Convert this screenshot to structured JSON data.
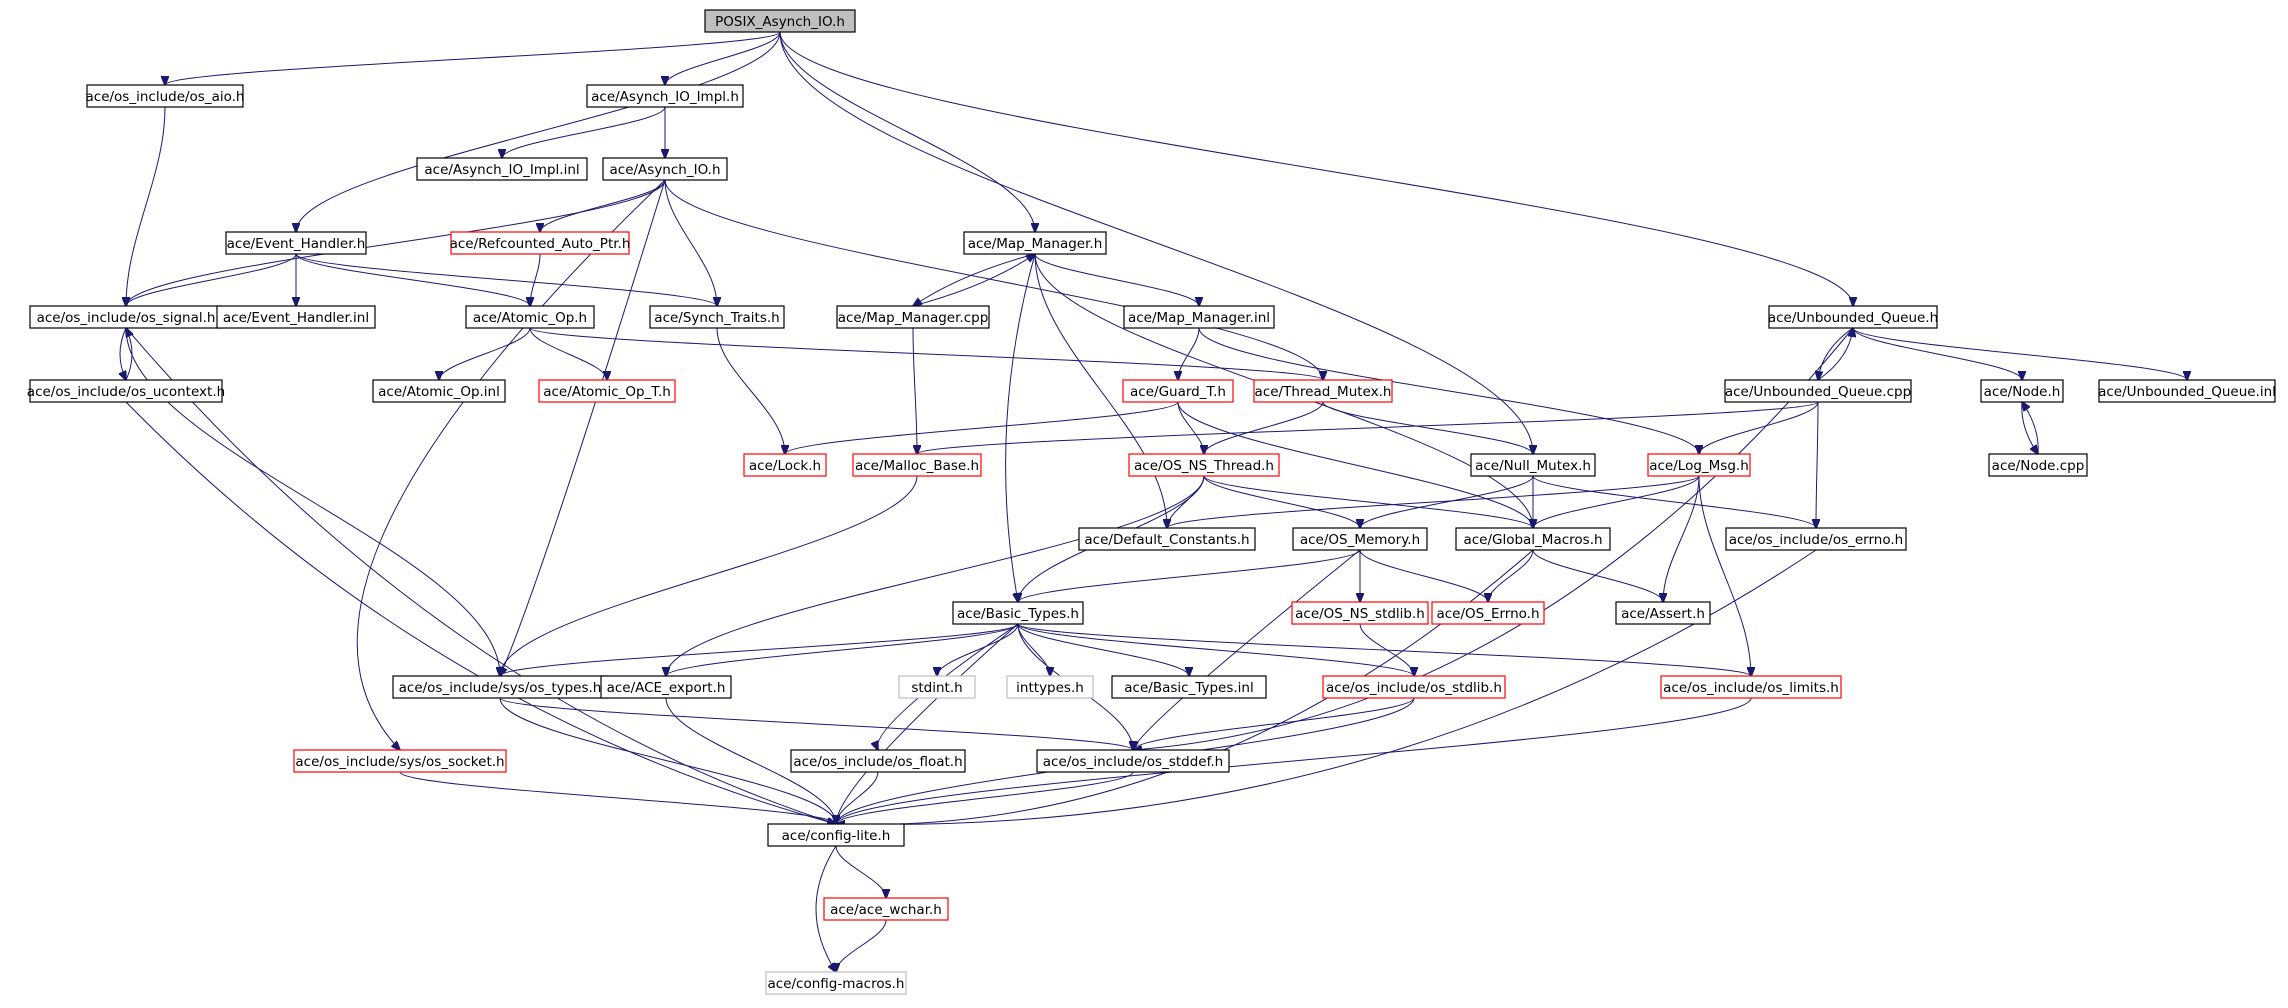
{
  "diagram": {
    "colors": {
      "edge": "#191970",
      "normal_border": "#000000",
      "red_border": "#ff0000",
      "gray_border": "#bfbfbf",
      "root_fill": "#bfbfbf",
      "node_fill": "#ffffff"
    },
    "nodes": [
      {
        "id": "root",
        "label": "POSIX_Asynch_IO.h",
        "style": "root"
      },
      {
        "id": "os_aio",
        "label": "ace/os_include/os_aio.h",
        "style": "normal"
      },
      {
        "id": "aio_impl_h",
        "label": "ace/Asynch_IO_Impl.h",
        "style": "normal"
      },
      {
        "id": "aio_impl_inl",
        "label": "ace/Asynch_IO_Impl.inl",
        "style": "normal"
      },
      {
        "id": "aio_h",
        "label": "ace/Asynch_IO.h",
        "style": "normal"
      },
      {
        "id": "event_handler",
        "label": "ace/Event_Handler.h",
        "style": "normal"
      },
      {
        "id": "refcounted",
        "label": "ace/Refcounted_Auto_Ptr.h",
        "style": "red"
      },
      {
        "id": "map_manager_h",
        "label": "ace/Map_Manager.h",
        "style": "normal"
      },
      {
        "id": "os_signal",
        "label": "ace/os_include/os_signal.h",
        "style": "normal"
      },
      {
        "id": "event_handler_inl",
        "label": "ace/Event_Handler.inl",
        "style": "normal"
      },
      {
        "id": "atomic_op_h",
        "label": "ace/Atomic_Op.h",
        "style": "normal"
      },
      {
        "id": "synch_traits",
        "label": "ace/Synch_Traits.h",
        "style": "normal"
      },
      {
        "id": "map_manager_cpp",
        "label": "ace/Map_Manager.cpp",
        "style": "normal"
      },
      {
        "id": "map_manager_inl",
        "label": "ace/Map_Manager.inl",
        "style": "normal"
      },
      {
        "id": "unbounded_queue_h",
        "label": "ace/Unbounded_Queue.h",
        "style": "normal"
      },
      {
        "id": "os_ucontext",
        "label": "ace/os_include/os_ucontext.h",
        "style": "normal"
      },
      {
        "id": "atomic_op_inl",
        "label": "ace/Atomic_Op.inl",
        "style": "normal"
      },
      {
        "id": "atomic_op_t",
        "label": "ace/Atomic_Op_T.h",
        "style": "red"
      },
      {
        "id": "guard_t",
        "label": "ace/Guard_T.h",
        "style": "red"
      },
      {
        "id": "thread_mutex",
        "label": "ace/Thread_Mutex.h",
        "style": "red"
      },
      {
        "id": "unbounded_queue_cpp",
        "label": "ace/Unbounded_Queue.cpp",
        "style": "normal"
      },
      {
        "id": "node_h",
        "label": "ace/Node.h",
        "style": "normal"
      },
      {
        "id": "unbounded_queue_inl",
        "label": "ace/Unbounded_Queue.inl",
        "style": "normal"
      },
      {
        "id": "lock_h",
        "label": "ace/Lock.h",
        "style": "red"
      },
      {
        "id": "malloc_base",
        "label": "ace/Malloc_Base.h",
        "style": "red"
      },
      {
        "id": "os_ns_thread",
        "label": "ace/OS_NS_Thread.h",
        "style": "red"
      },
      {
        "id": "null_mutex",
        "label": "ace/Null_Mutex.h",
        "style": "normal"
      },
      {
        "id": "log_msg",
        "label": "ace/Log_Msg.h",
        "style": "red"
      },
      {
        "id": "node_cpp",
        "label": "ace/Node.cpp",
        "style": "normal"
      },
      {
        "id": "default_constants",
        "label": "ace/Default_Constants.h",
        "style": "normal"
      },
      {
        "id": "os_memory",
        "label": "ace/OS_Memory.h",
        "style": "normal"
      },
      {
        "id": "global_macros",
        "label": "ace/Global_Macros.h",
        "style": "normal"
      },
      {
        "id": "os_errno",
        "label": "ace/os_include/os_errno.h",
        "style": "normal"
      },
      {
        "id": "basic_types_h",
        "label": "ace/Basic_Types.h",
        "style": "normal"
      },
      {
        "id": "os_ns_stdlib",
        "label": "ace/OS_NS_stdlib.h",
        "style": "red"
      },
      {
        "id": "os_errno_red",
        "label": "ace/OS_Errno.h",
        "style": "red"
      },
      {
        "id": "assert_h",
        "label": "ace/Assert.h",
        "style": "normal"
      },
      {
        "id": "sys_os_types",
        "label": "ace/os_include/sys/os_types.h",
        "style": "normal"
      },
      {
        "id": "ace_export",
        "label": "ace/ACE_export.h",
        "style": "normal"
      },
      {
        "id": "stdint",
        "label": "stdint.h",
        "style": "gray"
      },
      {
        "id": "inttypes",
        "label": "inttypes.h",
        "style": "gray"
      },
      {
        "id": "basic_types_inl",
        "label": "ace/Basic_Types.inl",
        "style": "normal"
      },
      {
        "id": "os_stdlib",
        "label": "ace/os_include/os_stdlib.h",
        "style": "red"
      },
      {
        "id": "os_limits",
        "label": "ace/os_include/os_limits.h",
        "style": "red"
      },
      {
        "id": "sys_os_socket",
        "label": "ace/os_include/sys/os_socket.h",
        "style": "red"
      },
      {
        "id": "os_float",
        "label": "ace/os_include/os_float.h",
        "style": "normal"
      },
      {
        "id": "os_stddef",
        "label": "ace/os_include/os_stddef.h",
        "style": "normal"
      },
      {
        "id": "config_lite",
        "label": "ace/config-lite.h",
        "style": "normal"
      },
      {
        "id": "ace_wchar",
        "label": "ace/ace_wchar.h",
        "style": "red"
      },
      {
        "id": "config_macros",
        "label": "ace/config-macros.h",
        "style": "gray"
      }
    ],
    "edges": [
      [
        "root",
        "os_aio"
      ],
      [
        "root",
        "aio_impl_h"
      ],
      [
        "root",
        "event_handler"
      ],
      [
        "root",
        "map_manager_h"
      ],
      [
        "root",
        "null_mutex"
      ],
      [
        "root",
        "unbounded_queue_h"
      ],
      [
        "os_aio",
        "os_signal"
      ],
      [
        "aio_impl_h",
        "aio_impl_inl"
      ],
      [
        "aio_impl_h",
        "aio_h"
      ],
      [
        "aio_h",
        "os_signal"
      ],
      [
        "aio_h",
        "refcounted"
      ],
      [
        "aio_h",
        "synch_traits"
      ],
      [
        "aio_h",
        "thread_mutex"
      ],
      [
        "aio_h",
        "sys_os_types"
      ],
      [
        "aio_h",
        "sys_os_socket"
      ],
      [
        "refcounted",
        "atomic_op_h"
      ],
      [
        "event_handler",
        "os_signal"
      ],
      [
        "event_handler",
        "event_handler_inl"
      ],
      [
        "event_handler",
        "atomic_op_h"
      ],
      [
        "event_handler",
        "synch_traits"
      ],
      [
        "os_signal",
        "os_ucontext"
      ],
      [
        "os_ucontext",
        "os_signal"
      ],
      [
        "os_signal",
        "sys_os_types"
      ],
      [
        "os_signal",
        "config_lite"
      ],
      [
        "os_ucontext",
        "config_lite"
      ],
      [
        "atomic_op_h",
        "atomic_op_inl"
      ],
      [
        "atomic_op_h",
        "atomic_op_t"
      ],
      [
        "atomic_op_h",
        "thread_mutex"
      ],
      [
        "synch_traits",
        "lock_h"
      ],
      [
        "map_manager_h",
        "map_manager_cpp"
      ],
      [
        "map_manager_cpp",
        "map_manager_h"
      ],
      [
        "map_manager_h",
        "map_manager_inl"
      ],
      [
        "map_manager_h",
        "basic_types_h"
      ],
      [
        "map_manager_h",
        "default_constants"
      ],
      [
        "map_manager_h",
        "global_macros"
      ],
      [
        "map_manager_cpp",
        "malloc_base"
      ],
      [
        "map_manager_inl",
        "guard_t"
      ],
      [
        "map_manager_inl",
        "log_msg"
      ],
      [
        "guard_t",
        "lock_h"
      ],
      [
        "guard_t",
        "os_ns_thread"
      ],
      [
        "guard_t",
        "global_macros"
      ],
      [
        "thread_mutex",
        "os_ns_thread"
      ],
      [
        "thread_mutex",
        "null_mutex"
      ],
      [
        "unbounded_queue_h",
        "unbounded_queue_cpp"
      ],
      [
        "unbounded_queue_cpp",
        "unbounded_queue_h"
      ],
      [
        "unbounded_queue_h",
        "node_h"
      ],
      [
        "unbounded_queue_h",
        "unbounded_queue_inl"
      ],
      [
        "unbounded_queue_h",
        "os_stddef"
      ],
      [
        "unbounded_queue_cpp",
        "malloc_base"
      ],
      [
        "unbounded_queue_cpp",
        "log_msg"
      ],
      [
        "unbounded_queue_cpp",
        "os_errno"
      ],
      [
        "node_h",
        "node_cpp"
      ],
      [
        "node_cpp",
        "node_h"
      ],
      [
        "malloc_base",
        "sys_os_types"
      ],
      [
        "os_ns_thread",
        "default_constants"
      ],
      [
        "os_ns_thread",
        "os_memory"
      ],
      [
        "os_ns_thread",
        "global_macros"
      ],
      [
        "os_ns_thread",
        "basic_types_h"
      ],
      [
        "os_ns_thread",
        "ace_export"
      ],
      [
        "null_mutex",
        "os_memory"
      ],
      [
        "null_mutex",
        "global_macros"
      ],
      [
        "null_mutex",
        "os_errno"
      ],
      [
        "log_msg",
        "default_constants"
      ],
      [
        "log_msg",
        "global_macros"
      ],
      [
        "log_msg",
        "assert_h"
      ],
      [
        "log_msg",
        "os_limits"
      ],
      [
        "os_memory",
        "basic_types_h"
      ],
      [
        "os_memory",
        "os_ns_stdlib"
      ],
      [
        "os_memory",
        "os_errno_red"
      ],
      [
        "os_memory",
        "os_stddef"
      ],
      [
        "global_macros",
        "os_errno_red"
      ],
      [
        "global_macros",
        "assert_h"
      ],
      [
        "global_macros",
        "config_lite"
      ],
      [
        "os_errno",
        "config_lite"
      ],
      [
        "os_ns_stdlib",
        "os_stdlib"
      ],
      [
        "basic_types_h",
        "sys_os_types"
      ],
      [
        "basic_types_h",
        "ace_export"
      ],
      [
        "basic_types_h",
        "stdint"
      ],
      [
        "basic_types_h",
        "inttypes"
      ],
      [
        "basic_types_h",
        "basic_types_inl"
      ],
      [
        "basic_types_h",
        "os_stdlib"
      ],
      [
        "basic_types_h",
        "os_limits"
      ],
      [
        "basic_types_h",
        "os_float"
      ],
      [
        "basic_types_h",
        "os_stddef"
      ],
      [
        "basic_types_h",
        "config_lite"
      ],
      [
        "sys_os_types",
        "os_stddef"
      ],
      [
        "sys_os_types",
        "config_lite"
      ],
      [
        "ace_export",
        "config_lite"
      ],
      [
        "os_stdlib",
        "os_stddef"
      ],
      [
        "os_stdlib",
        "config_lite"
      ],
      [
        "os_limits",
        "config_lite"
      ],
      [
        "sys_os_socket",
        "config_lite"
      ],
      [
        "os_float",
        "config_lite"
      ],
      [
        "os_stddef",
        "config_lite"
      ],
      [
        "config_lite",
        "ace_wchar"
      ],
      [
        "config_lite",
        "config_macros"
      ],
      [
        "ace_wchar",
        "config_macros"
      ]
    ]
  }
}
